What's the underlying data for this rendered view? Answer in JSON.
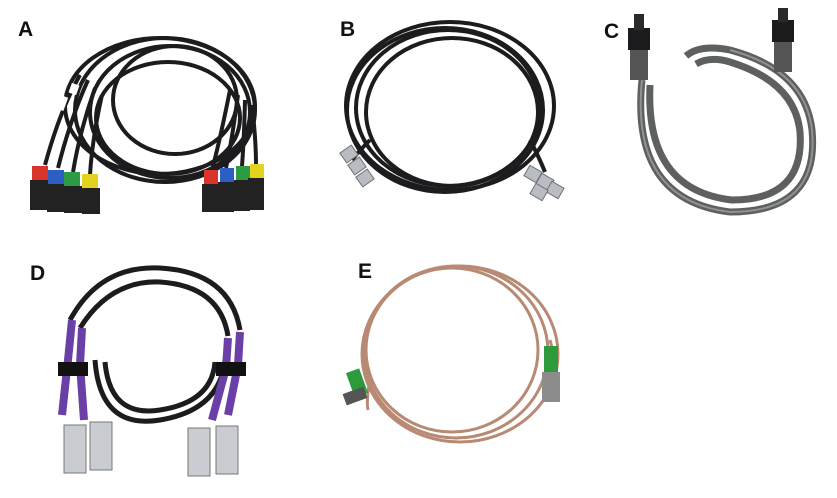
{
  "panels": [
    {
      "label": "A",
      "icon": "xlr-snake-cable-icon"
    },
    {
      "label": "B",
      "icon": "bnc-cable-icon"
    },
    {
      "label": "C",
      "icon": "toslink-optical-cable-icon"
    },
    {
      "label": "D",
      "icon": "purple-xlr-pair-cable-icon"
    },
    {
      "label": "E",
      "icon": "ethernet-cable-icon"
    }
  ],
  "colors": {
    "black_cable": "#1c1c1e",
    "grey_cable": "#5d605f",
    "copper_cable": "#b98a73",
    "purple_sleeve": "#6a3fa6",
    "green_boot": "#2f9a3c",
    "tag_red": "#d8342b",
    "tag_blue": "#2c5fc4",
    "tag_green": "#2d9a44",
    "tag_yellow": "#e3d21e"
  }
}
